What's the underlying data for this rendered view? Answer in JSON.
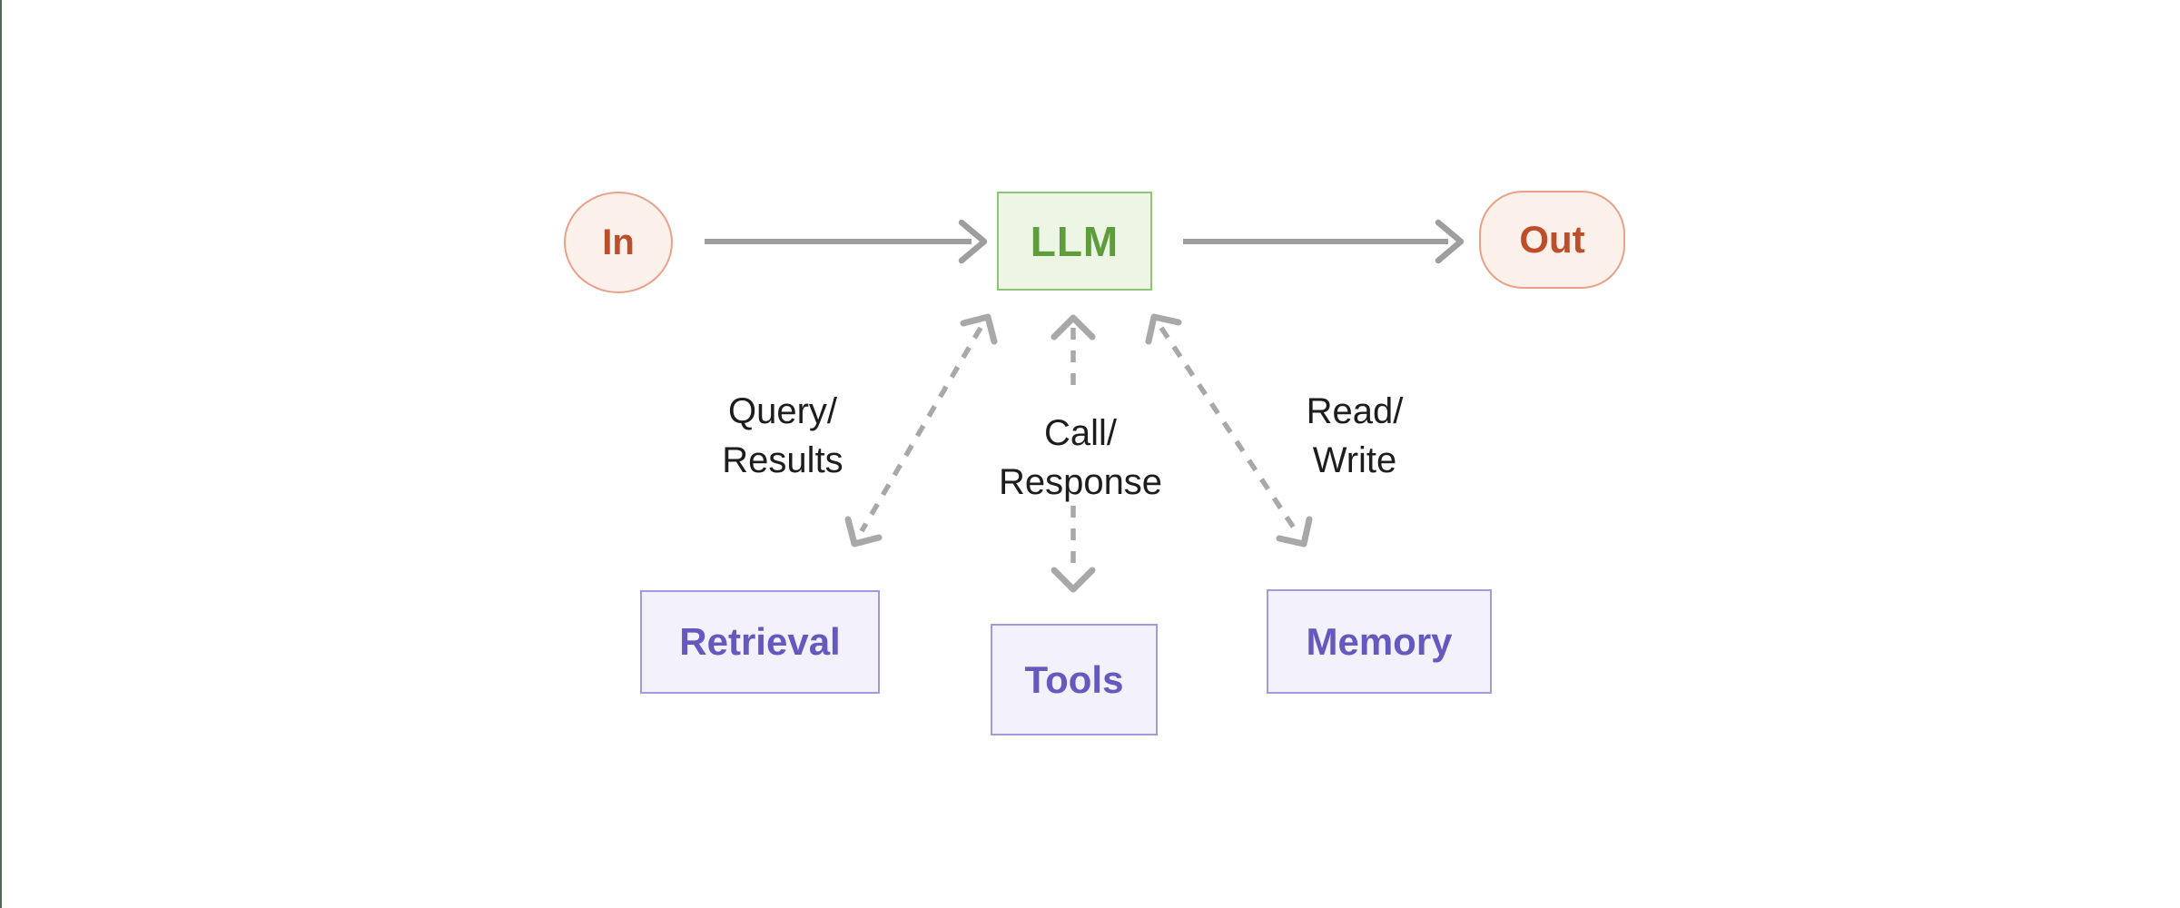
{
  "diagram": {
    "nodes": {
      "in": {
        "label": "In"
      },
      "llm": {
        "label": "LLM"
      },
      "out": {
        "label": "Out"
      },
      "retrieval": {
        "label": "Retrieval"
      },
      "tools": {
        "label": "Tools"
      },
      "memory": {
        "label": "Memory"
      }
    },
    "edge_labels": {
      "retrieval": {
        "line1": "Query/",
        "line2": "Results"
      },
      "tools": {
        "line1": "Call/",
        "line2": "Response"
      },
      "memory": {
        "line1": "Read/",
        "line2": "Write"
      }
    },
    "colors": {
      "background": "#ffffff",
      "left_accent": "#4a6b52",
      "in_out_fill": "#fcf0ea",
      "in_out_border": "#e9a189",
      "in_out_text": "#bd4e2b",
      "llm_fill": "#edf6e4",
      "llm_border": "#8dc476",
      "llm_text": "#5f9c3c",
      "module_fill": "#f3f1fb",
      "module_border": "#a29add",
      "module_text": "#6558be",
      "arrow_solid": "#9e9e9e",
      "arrow_dashed": "#a8a8a8",
      "label_text": "#1d1d1f"
    }
  }
}
